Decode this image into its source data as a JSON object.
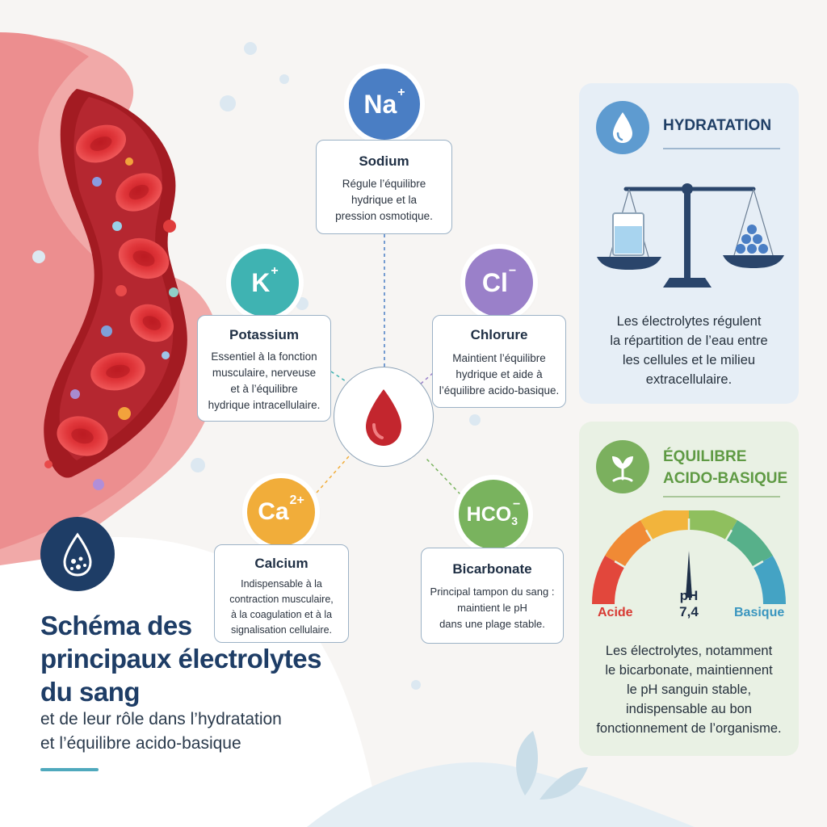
{
  "title": {
    "line1": "Schéma des",
    "line2": "principaux électrolytes",
    "line3": "du sang",
    "sub1": "et de leur rôle dans l’hydratation",
    "sub2": "et l’équilibre acido-basique"
  },
  "electrolytes": {
    "sodium": {
      "symbol": "Na",
      "charge": "+",
      "name": "Sodium",
      "color": "#4a7ec4",
      "desc": [
        "Régule l’équilibre",
        "hydrique et la",
        "pression osmotique."
      ]
    },
    "potassium": {
      "symbol": "K",
      "charge": "+",
      "name": "Potassium",
      "color": "#3fb3b2",
      "desc": [
        "Essentiel à la fonction",
        "musculaire, nerveuse",
        "et à l’équilibre",
        "hydrique intracellulaire."
      ]
    },
    "chlorure": {
      "symbol": "Cl",
      "charge": "−",
      "name": "Chlorure",
      "color": "#9a80c9",
      "desc": [
        "Maintient l’équilibre",
        "hydrique et aide à",
        "l’équilibre acido-basique."
      ]
    },
    "calcium": {
      "symbol": "Ca",
      "charge": "2+",
      "name": "Calcium",
      "color": "#f1ad3a",
      "desc": [
        "Indispensable à la",
        "contraction musculaire,",
        "à la coagulation et à la",
        "signalisation cellulaire."
      ]
    },
    "bicarbonate": {
      "symbol": "HCO",
      "sub": "3",
      "charge": "−",
      "name": "Bicarbonate",
      "color": "#79b35e",
      "desc": [
        "Principal tampon du sang :",
        "maintient le pH",
        "dans une plage stable."
      ]
    }
  },
  "hydratation": {
    "heading": "HYDRATATION",
    "text": [
      "Les électrolytes régulent",
      "la répartition de l’eau entre",
      "les cellules et le milieu",
      "extracellulaire."
    ],
    "accent": "#1f3f66"
  },
  "equilibre": {
    "heading1": "ÉQUILIBRE",
    "heading2": "ACIDO-BASIQUE",
    "gauge_acid": "Acide",
    "gauge_base": "Basique",
    "ph_label": "pH",
    "ph_value": "7,4",
    "text": [
      "Les électrolytes, notamment",
      "le bicarbonate, maintiennent",
      "le pH sanguin stable,",
      "indispensable au bon",
      "fonctionnement de l’organisme."
    ],
    "accent": "#6aa14f"
  },
  "icons": {
    "title": "drop-with-dots-icon",
    "center": "blood-drop-icon",
    "hydratation": "water-drop-icon",
    "equilibre": "leaf-icon",
    "scale": "balance-scale-icon"
  }
}
